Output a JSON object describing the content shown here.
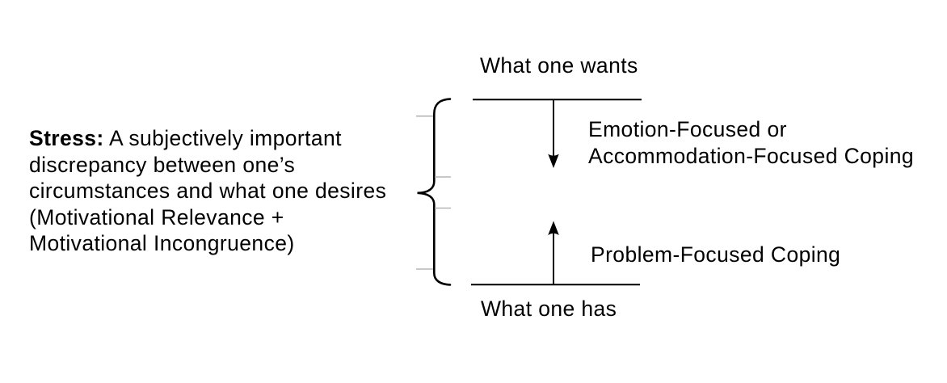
{
  "colors": {
    "ink": "#000000",
    "tick": "#a8a8a8",
    "background": "#ffffff"
  },
  "stress_block": {
    "term": "Stress:",
    "line1_rest": "A subjectively important",
    "line2": "discrepancy between one’s",
    "line3": "circumstances and what one desires",
    "line4": "(Motivational Relevance +",
    "line5": "Motivational Incongruence)"
  },
  "diagram": {
    "top_anchor_label": "What one wants",
    "bottom_anchor_label": "What one has",
    "down_arrow_label_line1": "Emotion-Focused or",
    "down_arrow_label_line2": "Accommodation-Focused Coping",
    "up_arrow_label": "Problem-Focused Coping"
  }
}
